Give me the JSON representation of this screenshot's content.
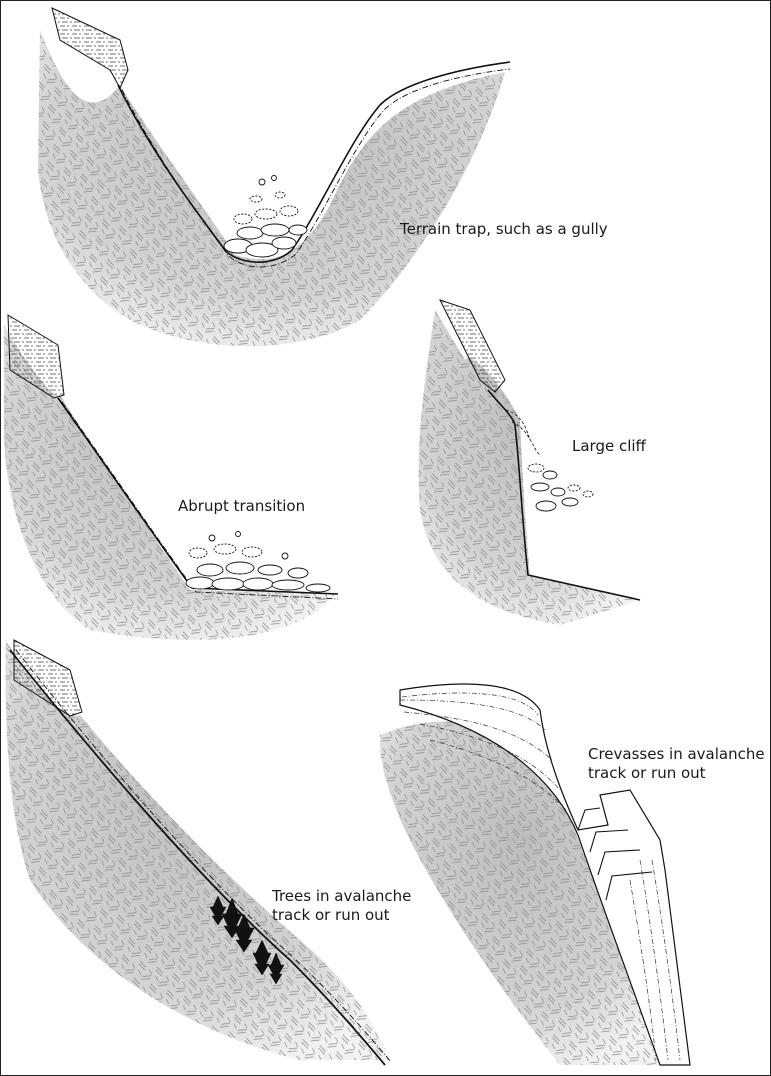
{
  "labels": {
    "gully": "Terrain trap, such as a gully",
    "cliff": "Large cliff",
    "transition": "Abrupt transition",
    "crevasses": [
      "Crevasses in avalanche",
      "track or run out"
    ],
    "trees": [
      "Trees in avalanche",
      "track or run out"
    ]
  },
  "colors": {
    "ground": "#c9c9c9",
    "ground_fade": "#ededed",
    "hatch": "#8a8a8a",
    "ink": "#111111",
    "frame": "#222222"
  }
}
